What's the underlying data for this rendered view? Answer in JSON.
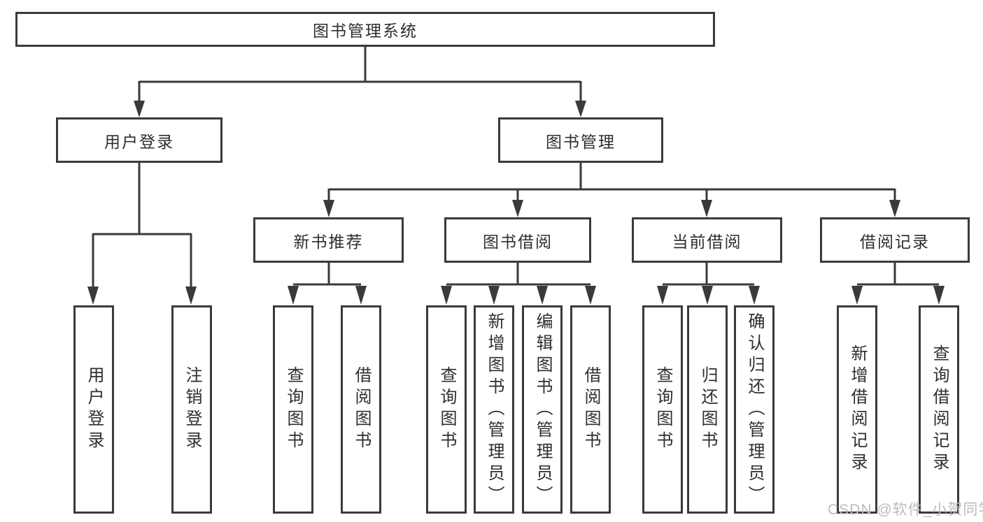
{
  "tree": {
    "root": {
      "label": "图书管理系统"
    },
    "branches": [
      {
        "label": "用户登录",
        "children": [
          {
            "label": "用户登录"
          },
          {
            "label": "注销登录"
          }
        ]
      },
      {
        "label": "图书管理",
        "children": [
          {
            "label": "新书推荐",
            "children": [
              {
                "label": "查询图书"
              },
              {
                "label": "借阅图书"
              }
            ]
          },
          {
            "label": "图书借阅",
            "children": [
              {
                "label": "查询图书"
              },
              {
                "label": "新增图书（管理员）"
              },
              {
                "label": "编辑图书（管理员）"
              },
              {
                "label": "借阅图书"
              }
            ]
          },
          {
            "label": "当前借阅",
            "children": [
              {
                "label": "查询图书"
              },
              {
                "label": "归还图书"
              },
              {
                "label": "确认归还（管理员）"
              }
            ]
          },
          {
            "label": "借阅记录",
            "children": [
              {
                "label": "新增借阅记录"
              },
              {
                "label": "查询借阅记录"
              }
            ]
          }
        ]
      }
    ]
  },
  "watermark": {
    "text": "CSDN @软件_小贺同学"
  },
  "colors": {
    "line": "#3a3a3a",
    "box_border": "#3a3a3a",
    "box_fill": "#ffffff",
    "text": "#2e2e2e",
    "watermark": "#bcbcbc"
  }
}
